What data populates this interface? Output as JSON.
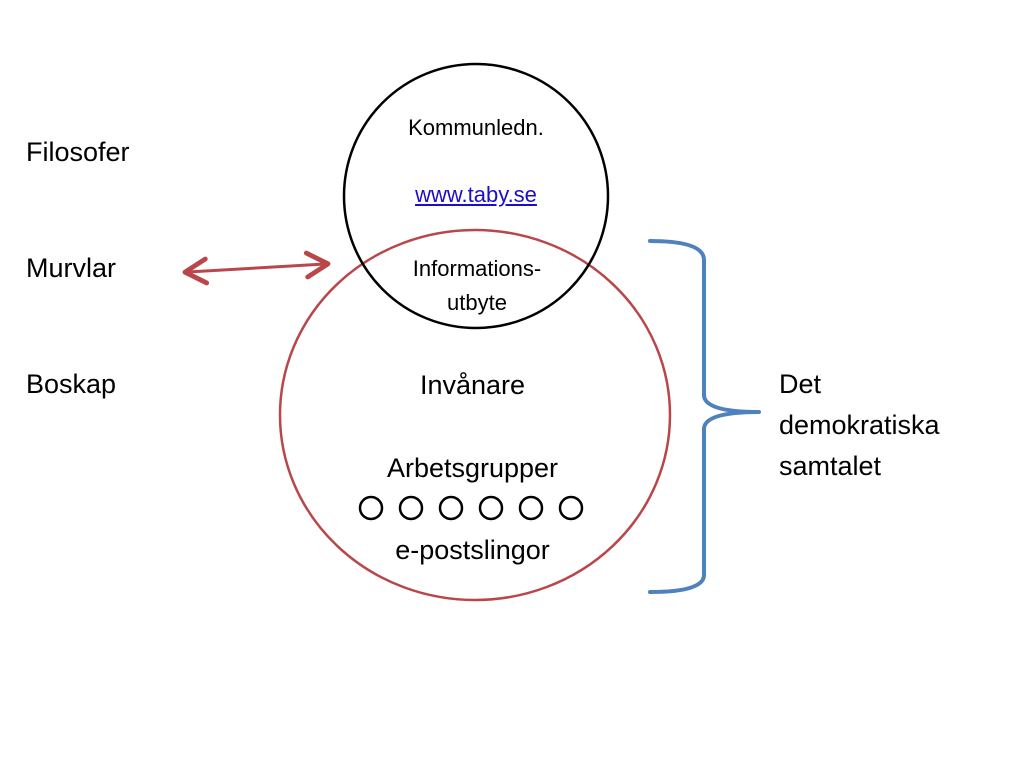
{
  "left_labels": {
    "philosophers": "Filosofer",
    "journalists": "Murvlar",
    "cattle": "Boskap"
  },
  "top_circle": {
    "title": "Kommunledn.",
    "link": "www.taby.se"
  },
  "overlap": {
    "line1": "Informations-",
    "line2": "utbyte"
  },
  "bottom_circle": {
    "residents": "Invånare",
    "working_groups": "Arbetsgrupper",
    "mailing_lists": "e-postslingor",
    "small_circle_count": 6
  },
  "brace_label": {
    "line1": "Det",
    "line2": "demokratiska",
    "line3": "samtalet"
  },
  "colors": {
    "top_circle_stroke": "#000000",
    "bottom_circle_stroke": "#b9474a",
    "arrow": "#b9474a",
    "brace": "#4f81bd",
    "link": "#1a0dcc"
  }
}
